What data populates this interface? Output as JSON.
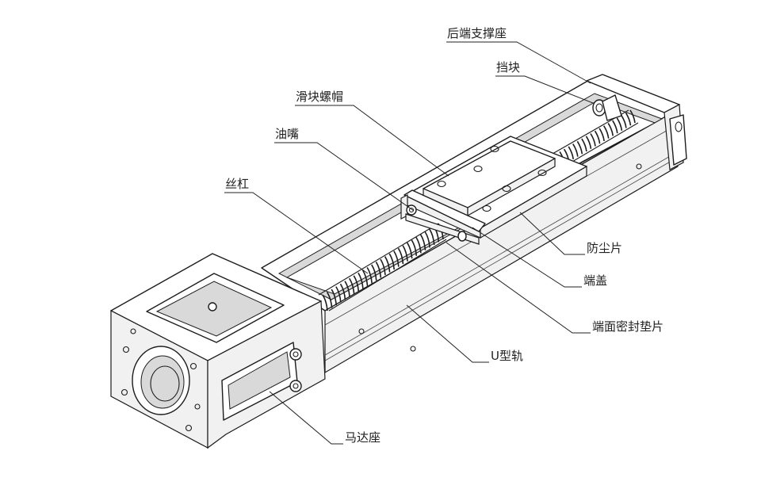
{
  "labels": {
    "rear_support_seat": "后端支撑座",
    "stopper": "挡块",
    "slider_nut": "滑块螺帽",
    "grease_nipple": "油嘴",
    "lead_screw": "丝杠",
    "dust_cover": "防尘片",
    "end_cap": "端盖",
    "end_seal_gasket": "端面密封垫片",
    "u_rail": "U型轨",
    "motor_mount": "马达座"
  }
}
